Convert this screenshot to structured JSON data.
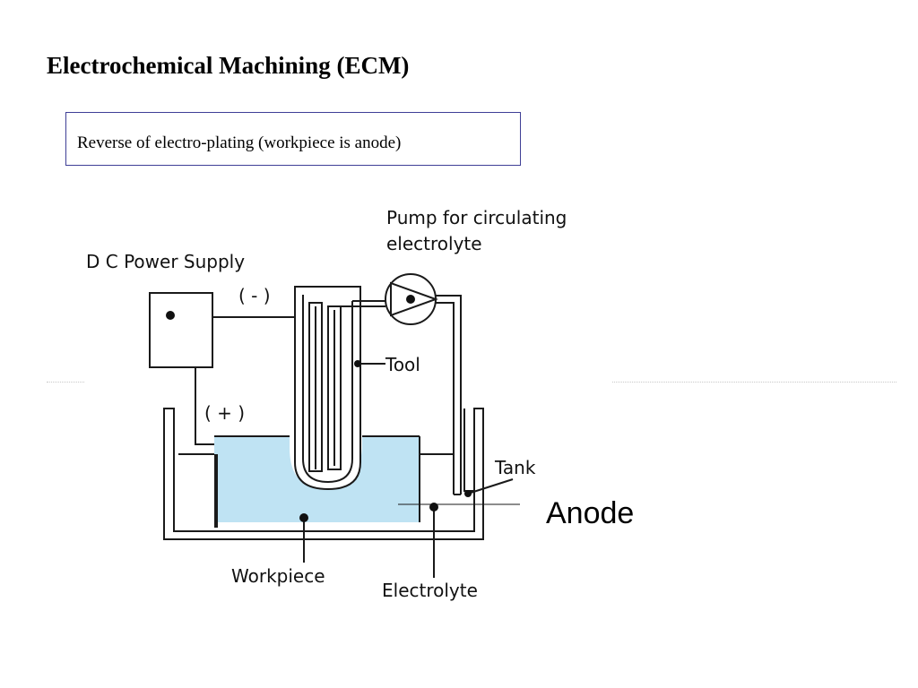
{
  "slide": {
    "title": "Electrochemical Machining (ECM)",
    "note": "Reverse of electro-plating (workpiece is anode)"
  },
  "diagram": {
    "labels": {
      "pump": [
        "Pump for circulating",
        "electrolyte"
      ],
      "power_supply": "D C Power  Supply",
      "negative": "( - )",
      "positive": "( + )",
      "tool": "Tool",
      "tank": "Tank",
      "workpiece": "Workpiece",
      "electrolyte": "Electrolyte"
    },
    "colors": {
      "electrolyte_fill": "#bfe3f3",
      "line": "#1a1a1a"
    }
  },
  "annotation": {
    "anode": "Anode"
  }
}
